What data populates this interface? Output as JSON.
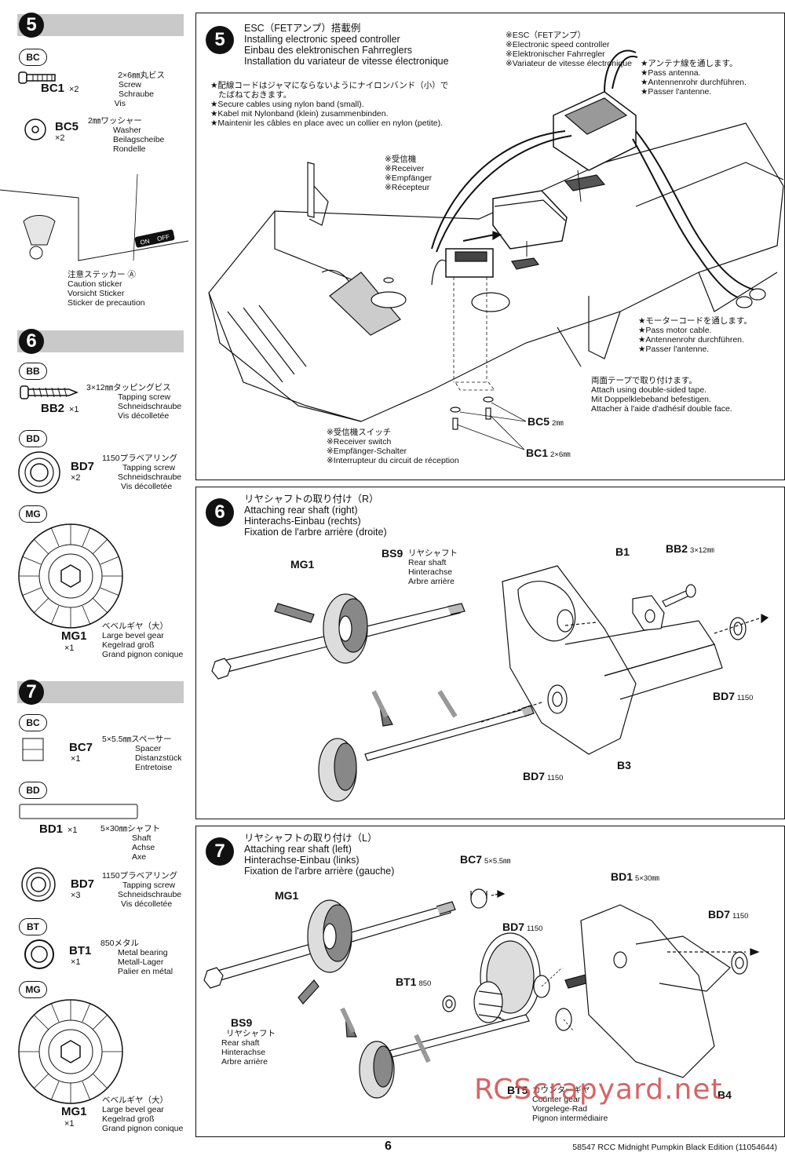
{
  "sidebar": {
    "step5": {
      "num": "5",
      "bag1": "BC",
      "bc1": {
        "code": "BC1",
        "qty": "×2",
        "jp": "2×6㎜丸ビス",
        "l1": "Screw",
        "l2": "Schraube",
        "l3": "Vis"
      },
      "bc5": {
        "code": "BC5",
        "qty": "×2",
        "jp": "2㎜ワッシャー",
        "l1": "Washer",
        "l2": "Beilagscheibe",
        "l3": "Rondelle"
      },
      "sticker": {
        "jp": "注意ステッカー",
        "mark": "Ⓐ",
        "l1": "Caution sticker",
        "l2": "Vorsicht Sticker",
        "l3": "Sticker de precaution",
        "on": "ON",
        "off": "OFF"
      }
    },
    "step6": {
      "num": "6",
      "bag1": "BB",
      "bb2": {
        "code": "BB2",
        "qty": "×1",
        "jp": "3×12㎜タッピングビス",
        "l1": "Tapping screw",
        "l2": "Schneidschraube",
        "l3": "Vis décolletée"
      },
      "bag2": "BD",
      "bd7": {
        "code": "BD7",
        "qty": "×2",
        "jp": "1150プラベアリング",
        "l1": "Tapping screw",
        "l2": "Schneidschraube",
        "l3": "Vis décolletée"
      },
      "bag3": "MG",
      "mg1": {
        "code": "MG1",
        "qty": "×1",
        "jp": "ベベルギヤ（大）",
        "l1": "Large bevel gear",
        "l2": "Kegelrad groß",
        "l3": "Grand pignon conique"
      }
    },
    "step7": {
      "num": "7",
      "bag1": "BC",
      "bc7": {
        "code": "BC7",
        "qty": "×1",
        "jp": "5×5.5㎜スペーサー",
        "l1": "Spacer",
        "l2": "Distanzstück",
        "l3": "Entretoise"
      },
      "bag2": "BD",
      "bd1": {
        "code": "BD1",
        "qty": "×1",
        "jp": "5×30㎜シャフト",
        "l1": "Shaft",
        "l2": "Achse",
        "l3": "Axe"
      },
      "bd7": {
        "code": "BD7",
        "qty": "×3",
        "jp": "1150プラベアリング",
        "l1": "Tapping screw",
        "l2": "Schneidschraube",
        "l3": "Vis décolletée"
      },
      "bag3": "BT",
      "bt1": {
        "code": "BT1",
        "qty": "×1",
        "jp": "850メタル",
        "l1": "Metal bearing",
        "l2": "Metall-Lager",
        "l3": "Palier en métal"
      },
      "bag4": "MG",
      "mg1": {
        "code": "MG1",
        "qty": "×1",
        "jp": "ベベルギヤ（大）",
        "l1": "Large bevel gear",
        "l2": "Kegelrad groß",
        "l3": "Grand pignon conique"
      }
    }
  },
  "panel5": {
    "num": "5",
    "title_jp": "ESC（FETアンプ）搭載例",
    "title_en": "Installing electronic speed controller",
    "title_de": "Einbau des elektronischen Fahrreglers",
    "title_fr": "Installation du variateur de vitesse électronique",
    "note1_jp": "★配線コードはジャマにならないようにナイロンバンド（小）で",
    "note1_jp2": "たばねておきます。",
    "note1_en": "★Secure cables using nylon band (small).",
    "note1_de": "★Kabel mit Nylonband (klein)  zusammenbinden.",
    "note1_fr": "★Maintenir les câbles en place avec un collier en nylon (petite).",
    "esc_jp": "※ESC（FETアンプ）",
    "esc_en": "※Electronic speed controller",
    "esc_de": "※Elektronischer Fahrregler",
    "esc_fr": "※Variateur de vitesse électronique",
    "ant_jp": "★アンテナ線を通します。",
    "ant_en": "★Pass antenna.",
    "ant_de": "★Antennenrohr durchführen.",
    "ant_fr": "★Passer l'antenne.",
    "rx_jp": "※受信機",
    "rx_en": "※Receiver",
    "rx_de": "※Empfänger",
    "rx_fr": "※Récepteur",
    "on": "ON",
    "motor_jp": "★モーターコードを通します。",
    "motor_en": "★Pass motor cable.",
    "motor_de": "★Antennenrohr durchführen.",
    "motor_fr": "★Passer l'antenne.",
    "tape_jp": "両面テープで取り付けます。",
    "tape_en": "Attach using double-sided tape.",
    "tape_de": "Mit Doppelklebeband befestigen.",
    "tape_fr": "Attacher à l'aide d'adhésif double face.",
    "sw_jp": "※受信機スイッチ",
    "sw_en": "※Receiver switch",
    "sw_de": "※Empfänger-Schalter",
    "sw_fr": "※Interrupteur du circuit de réception",
    "bc5": "BC5",
    "bc5_size": "2㎜",
    "bc1": "BC1",
    "bc1_size": "2×6㎜"
  },
  "panel6": {
    "num": "6",
    "title_jp": "リヤシャフトの取り付け（R）",
    "title_en": "Attaching rear shaft (right)",
    "title_de": "Hinterachs-Einbau (rechts)",
    "title_fr": "Fixation de l'arbre arrière (droite)",
    "mg1": "MG1",
    "bs9": "BS9",
    "bs9_jp": "リヤシャフト",
    "bs9_en": "Rear shaft",
    "bs9_de": "Hinterachse",
    "bs9_fr": "Arbre arrière",
    "b1": "B1",
    "bb2": "BB2",
    "bb2_size": "3×12㎜",
    "bd7a": "BD7",
    "bd7a_size": "1150",
    "bd7b": "BD7",
    "bd7b_size": "1150",
    "b3": "B3"
  },
  "panel7": {
    "num": "7",
    "title_jp": "リヤシャフトの取り付け（L）",
    "title_en": "Attaching rear shaft (left)",
    "title_de": "Hinterachse-Einbau (links)",
    "title_fr": "Fixation de l'arbre arrière (gauche)",
    "bc7": "BC7",
    "bc7_size": "5×5.5㎜",
    "mg1": "MG1",
    "bd1": "BD1",
    "bd1_size": "5×30㎜",
    "bd7a": "BD7",
    "bd7a_size": "1150",
    "bd7b": "BD7",
    "bd7b_size": "1150",
    "bt1": "BT1",
    "bt1_size": "850",
    "bs9": "BS9",
    "bs9_jp": "リヤシャフト",
    "bs9_en": "Rear shaft",
    "bs9_de": "Hinterachse",
    "bs9_fr": "Arbre arrière",
    "bt5": "BT5",
    "bt5_jp": "カウンターギヤ",
    "bt5_en": "Counter gear",
    "bt5_de": "Vorgelege-Rad",
    "bt5_fr": "Pignon intermédiaire",
    "b4": "B4"
  },
  "page": {
    "number": "6",
    "footer": "58547  RCC Midnight Pumpkin Black Edition (11054644)",
    "watermark": "RCScrapyard.net"
  }
}
